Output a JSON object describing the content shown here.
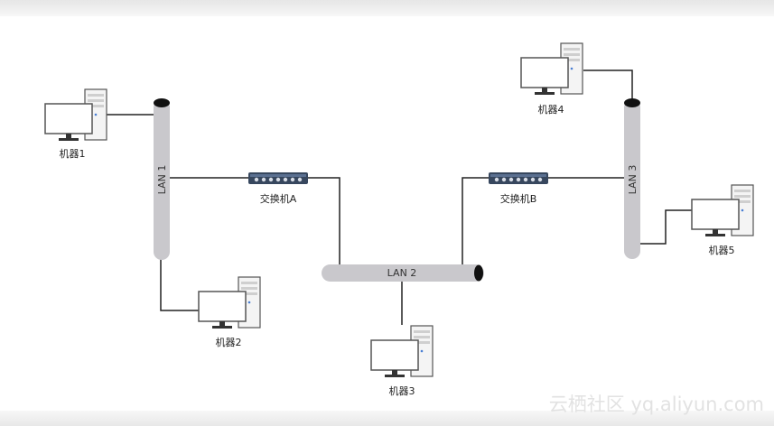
{
  "diagram": {
    "lans": {
      "lan1": "LAN 1",
      "lan2": "LAN 2",
      "lan3": "LAN 3"
    },
    "switches": {
      "a": "交换机A",
      "b": "交换机B"
    },
    "machines": {
      "m1": "机器1",
      "m2": "机器2",
      "m3": "机器3",
      "m4": "机器4",
      "m5": "机器5"
    },
    "watermark": "云栖社区 yq.aliyun.com"
  }
}
